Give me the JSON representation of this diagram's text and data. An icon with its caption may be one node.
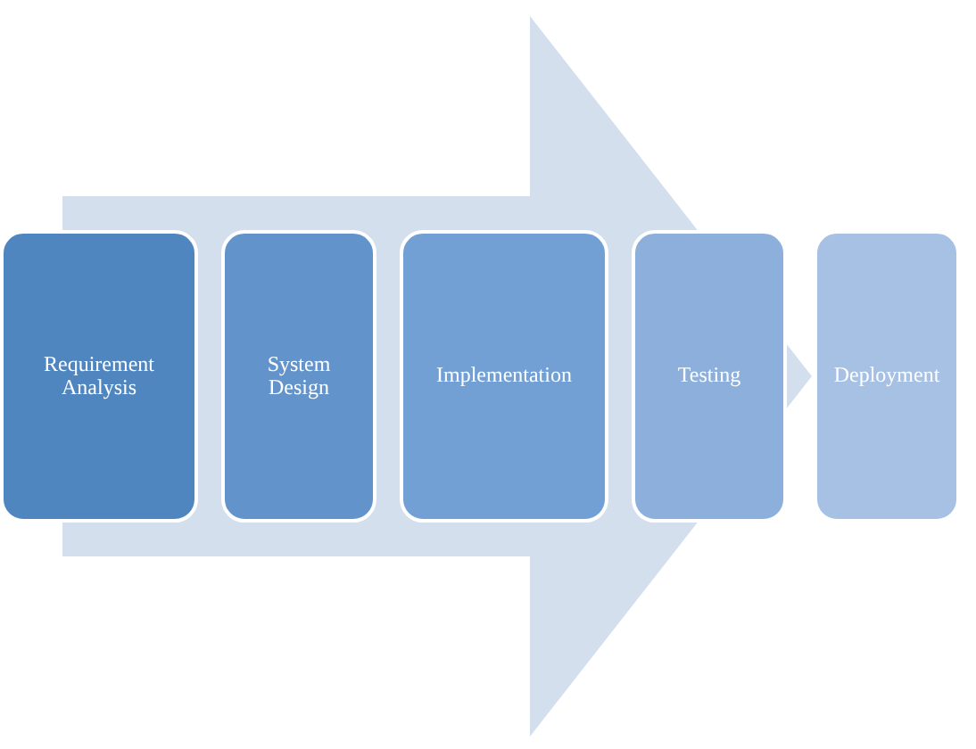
{
  "diagram": {
    "nodes": [
      {
        "text": [
          "Requirement Analysis"
        ]
      },
      {
        "text": [
          "System Design"
        ]
      },
      {
        "text": [
          "Implementation"
        ]
      },
      {
        "text": [
          "Testing"
        ]
      },
      {
        "text": [
          "Deployment"
        ]
      }
    ],
    "edges": [
      {
        "from": 0,
        "to": 4,
        "arrow": "to"
      }
    ]
  }
}
